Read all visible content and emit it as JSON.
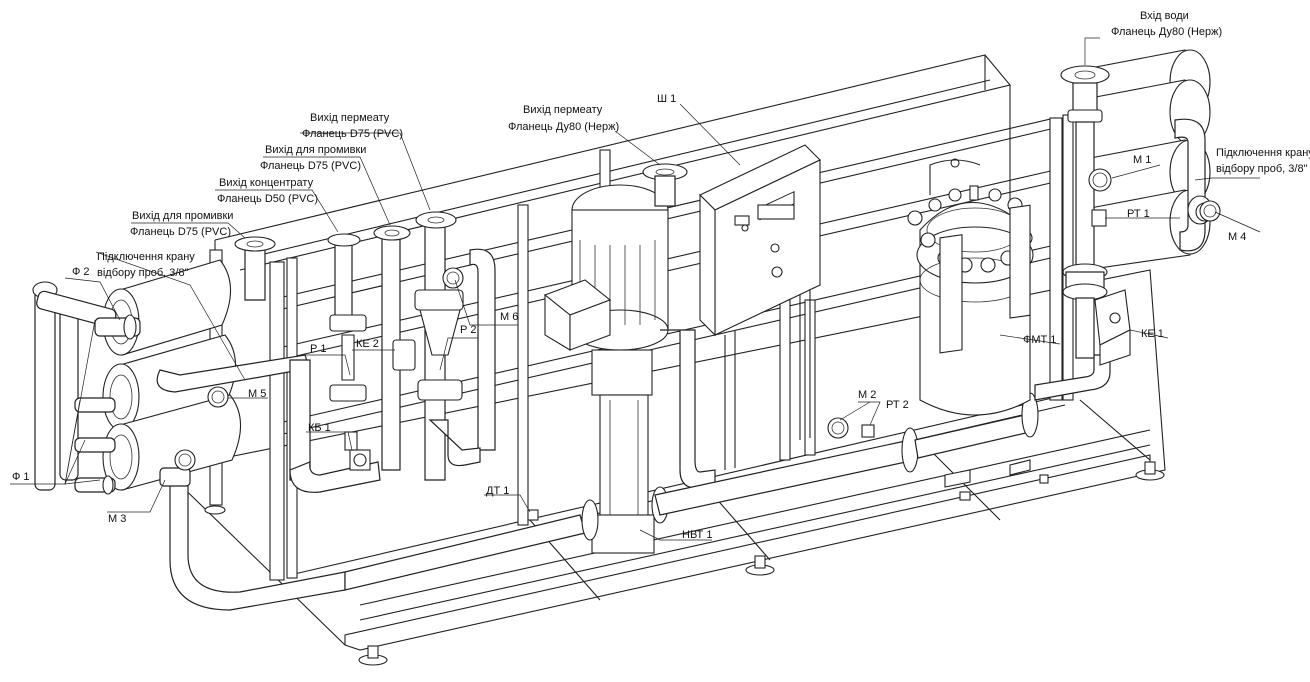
{
  "labels": {
    "water_in": "Вхід води",
    "water_in_flange": "Фланець Ду80 (Нерж)",
    "sampling_right_1": "Підключення крану",
    "sampling_right_2": "відбору проб, 3/8\"",
    "m1": "М 1",
    "rt1": "РТ 1",
    "m4": "М 4",
    "ke1": "КЕ 1",
    "fmt1": "ФМТ 1",
    "sh1": "Ш 1",
    "perm_out_steel": "Вихід пермеату",
    "perm_out_steel_flange": "Фланець Ду80 (Нерж)",
    "perm_out_pvc": "Вихід пермеату",
    "perm_out_pvc_flange": "Фланець D75 (PVC)",
    "flush_out_1": "Вихід для промивки",
    "flush_out_1_flange": "Фланець D75 (PVC)",
    "concentrate_out": "Вихід концентрату",
    "concentrate_out_flange": "Фланець D50 (PVC)",
    "flush_out_2": "Вихід для промивки",
    "flush_out_2_flange": "Фланець D75 (PVC)",
    "sampling_left_1": "Підключення крану",
    "sampling_left_2": "відбору проб, 3/8\"",
    "f2": "Ф 2",
    "f1": "Ф 1",
    "m3": "М 3",
    "m5": "М 5",
    "m6": "М 6",
    "p1": "Р 1",
    "p2": "Р 2",
    "ke2": "КЕ 2",
    "kb1": "КБ 1",
    "dt1": "ДТ 1",
    "nvt1": "НВТ 1",
    "m2": "М 2",
    "rt2": "РТ 2"
  }
}
